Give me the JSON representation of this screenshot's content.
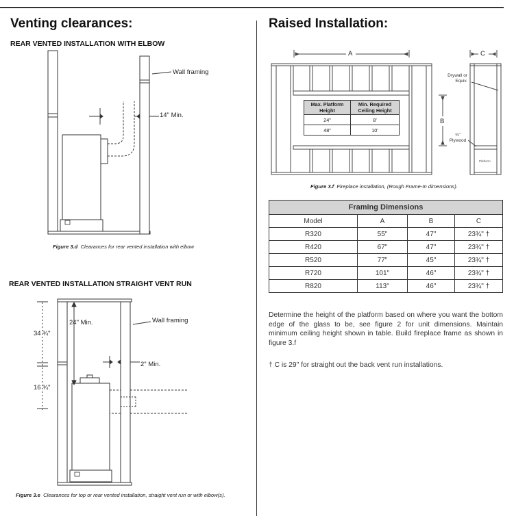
{
  "left": {
    "heading": "Venting clearances:",
    "fig_d": {
      "title": "REAR VENTED INSTALLATION WITH ELBOW",
      "wall_label": "Wall framing",
      "clearance_label": "14\" Min.",
      "caption_num": "Figure 3.d",
      "caption_text": "Clearances for rear vented installation with elbow"
    },
    "fig_e": {
      "title": "REAR VENTED INSTALLATION STRAIGHT VENT RUN",
      "wall_label": "Wall framing",
      "top_clearance": "24\" Min.",
      "side_clearance": "2\" Min.",
      "dim_upper": "34 ¾\"",
      "dim_lower": "16 ¾\"",
      "caption_num": "Figure 3.e",
      "caption_text": "Clearances for top or rear vented installation, straight vent run or with elbow(s)."
    }
  },
  "right": {
    "heading": "Raised Installation:",
    "fig_f": {
      "label_a": "A",
      "label_b": "B",
      "label_c": "C",
      "drywall_label": [
        "Drywall or",
        "Equiv."
      ],
      "plywood_label": [
        "¾\"",
        "Plywood"
      ],
      "platform_label": "Platform",
      "platform_table": {
        "headers": [
          [
            "Max. Platform",
            "Height"
          ],
          [
            "Min. Required",
            "Ceiling Height"
          ]
        ],
        "rows": [
          [
            "24\"",
            "8'"
          ],
          [
            "48\"",
            "10'"
          ]
        ]
      },
      "caption_num": "Figure 3.f",
      "caption_text": "Fireplace installation, (Rough Frame-In dimensions)."
    },
    "framing": {
      "title": "Framing Dimensions",
      "columns": [
        "Model",
        "A",
        "B",
        "C"
      ],
      "rows": [
        [
          "R320",
          "55\"",
          "47\"",
          "23¾\" †"
        ],
        [
          "R420",
          "67\"",
          "47\"",
          "23¾\" †"
        ],
        [
          "R520",
          "77\"",
          "45\"",
          "23¾\" †"
        ],
        [
          "R720",
          "101\"",
          "46\"",
          "23¾\" †"
        ],
        [
          "R820",
          "113\"",
          "46\"",
          "23¾\" †"
        ]
      ]
    },
    "paragraph": "Determine the height of the platform based on where you want the bottom edge of the glass to be, see figure 2 for unit dimensions. Maintain minimum ceiling height shown in table. Build fireplace frame as shown in figure 3.f",
    "footnote": "† C is 29\" for straight out the back vent run installations."
  }
}
